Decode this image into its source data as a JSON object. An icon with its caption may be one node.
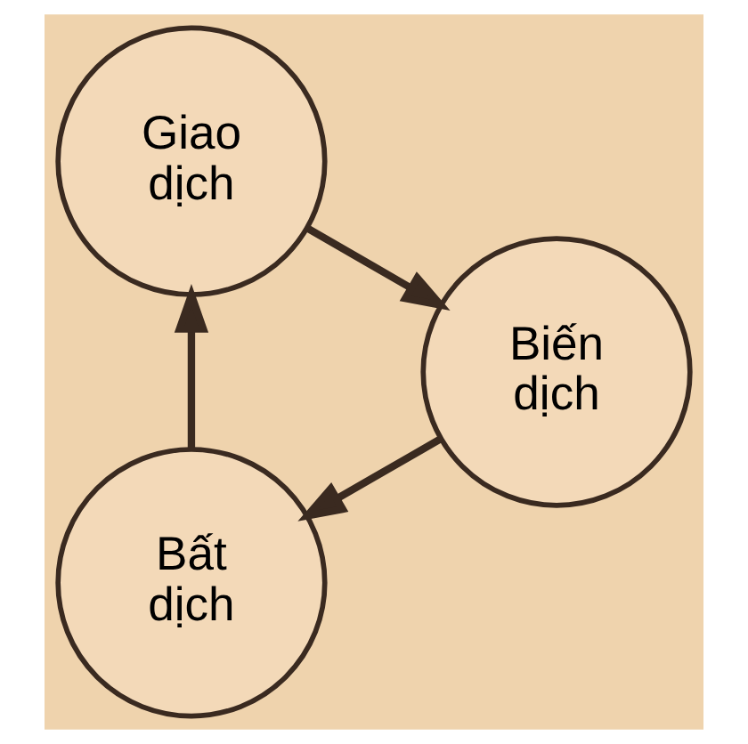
{
  "diagram": {
    "nodes": [
      {
        "text": [
          "Bất dịch"
        ]
      },
      {
        "text": [
          "Giao dịch"
        ]
      },
      {
        "text": [
          "Biến dịch"
        ]
      }
    ],
    "edges": [
      {
        "from": 0,
        "to": 1,
        "arrow": "to"
      },
      {
        "from": 1,
        "to": 2,
        "arrow": "to"
      },
      {
        "from": 2,
        "to": 0,
        "arrow": "to"
      }
    ]
  }
}
